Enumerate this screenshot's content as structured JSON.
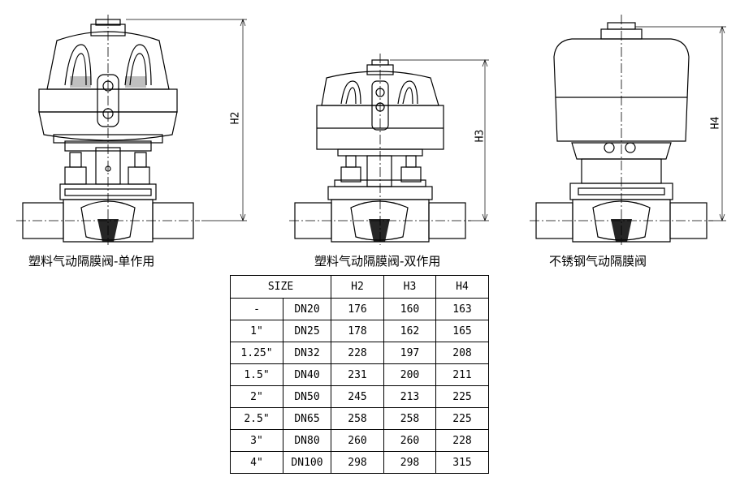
{
  "captions": {
    "single_acting": "塑料气动隔膜阀-单作用",
    "double_acting": "塑料气动隔膜阀-双作用",
    "stainless": "不锈钢气动隔膜阀"
  },
  "dimensions": {
    "h2": "H2",
    "h3": "H3",
    "h4": "H4"
  },
  "table": {
    "header": {
      "size": "SIZE",
      "h2": "H2",
      "h3": "H3",
      "h4": "H4"
    },
    "rows": [
      {
        "inch": "-",
        "dn": "DN20",
        "h2": "176",
        "h3": "160",
        "h4": "163"
      },
      {
        "inch": "1\"",
        "dn": "DN25",
        "h2": "178",
        "h3": "162",
        "h4": "165"
      },
      {
        "inch": "1.25\"",
        "dn": "DN32",
        "h2": "228",
        "h3": "197",
        "h4": "208"
      },
      {
        "inch": "1.5\"",
        "dn": "DN40",
        "h2": "231",
        "h3": "200",
        "h4": "211"
      },
      {
        "inch": "2\"",
        "dn": "DN50",
        "h2": "245",
        "h3": "213",
        "h4": "225"
      },
      {
        "inch": "2.5\"",
        "dn": "DN65",
        "h2": "258",
        "h3": "258",
        "h4": "225"
      },
      {
        "inch": "3\"",
        "dn": "DN80",
        "h2": "260",
        "h3": "260",
        "h4": "228"
      },
      {
        "inch": "4\"",
        "dn": "DN100",
        "h2": "298",
        "h3": "298",
        "h4": "315"
      }
    ]
  }
}
